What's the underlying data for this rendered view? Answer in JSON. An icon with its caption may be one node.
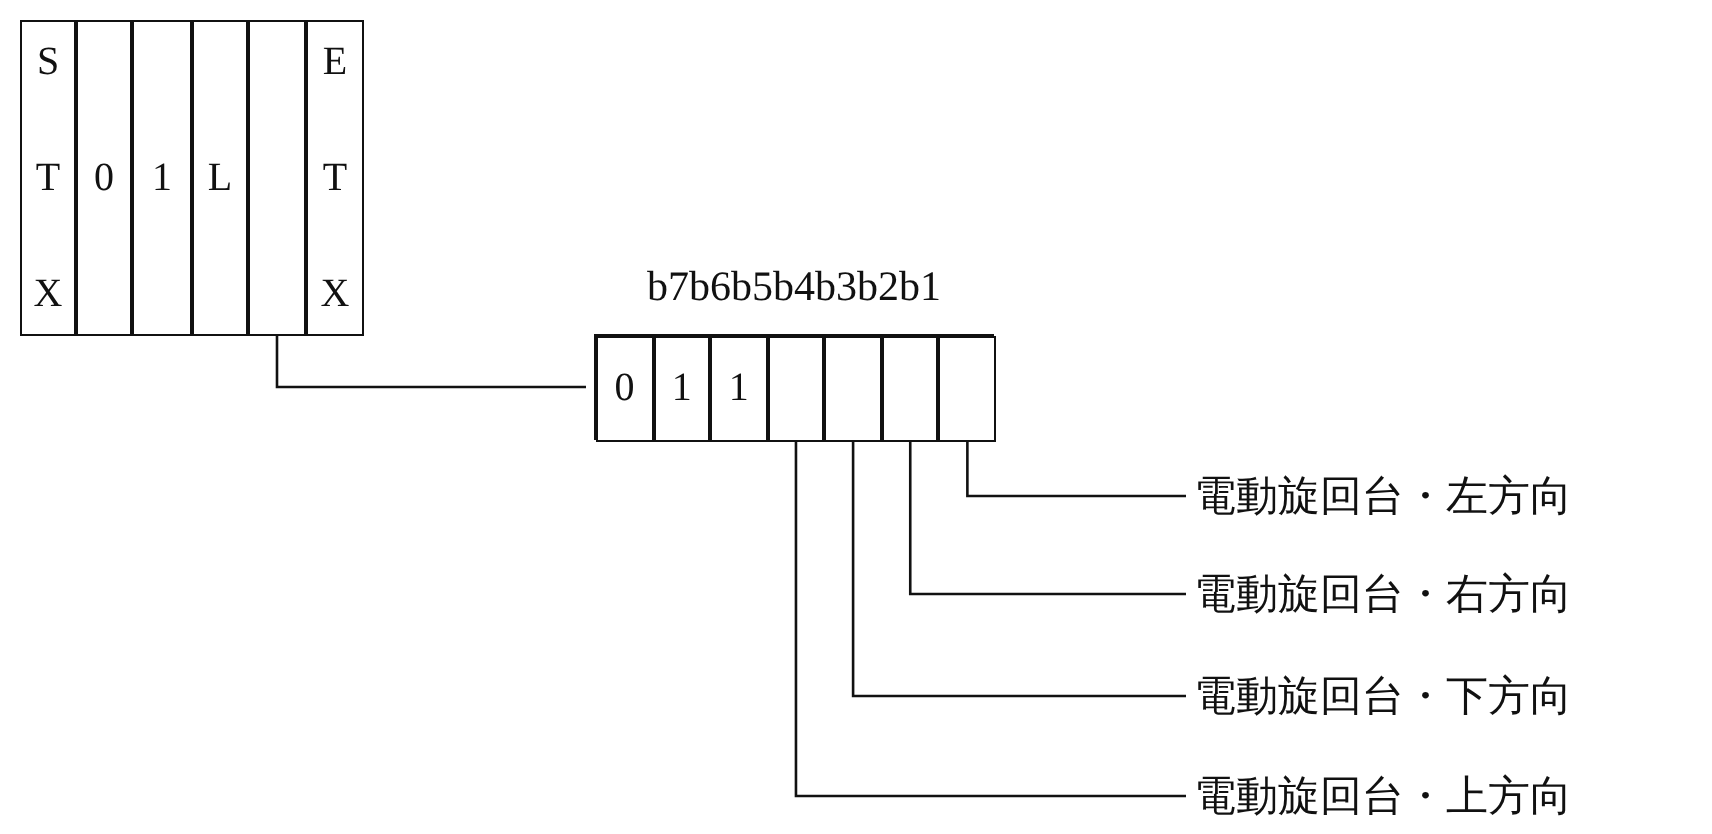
{
  "diagram": {
    "nodes": [
      {
        "text": [
          "STX"
        ]
      },
      {
        "text": [
          "0"
        ]
      },
      {
        "text": [
          "1"
        ]
      },
      {
        "text": [
          "L"
        ]
      },
      {
        "text": [],
        "shape": "box"
      },
      {
        "text": [
          "ETX"
        ]
      },
      {
        "text": [],
        "shape": "box"
      },
      {
        "text": [
          "0"
        ],
        "in": 6
      },
      {
        "text": [
          "1"
        ],
        "in": 6
      },
      {
        "text": [
          "1"
        ],
        "in": 6
      },
      {
        "text": [],
        "shape": "box",
        "in": 6
      },
      {
        "text": [],
        "shape": "box",
        "in": 6
      },
      {
        "text": [],
        "shape": "box",
        "in": 6
      },
      {
        "text": [],
        "shape": "box",
        "in": 6
      },
      {
        "text": [
          "電動旋回台・左方向"
        ]
      },
      {
        "text": [
          "電動旋回台・右方向"
        ]
      },
      {
        "text": [
          "電動旋回台・下方向"
        ]
      },
      {
        "text": [
          "電動旋回台・上方向"
        ]
      }
    ],
    "edges": [
      {
        "from": 4,
        "to": 6,
        "arrow": "none"
      },
      {
        "from": 13,
        "to": 14,
        "arrow": "none"
      },
      {
        "from": 12,
        "to": 15,
        "arrow": "none"
      },
      {
        "from": 11,
        "to": 16,
        "arrow": "none"
      },
      {
        "from": 10,
        "to": 17,
        "arrow": "none"
      }
    ],
    "labels": [
      "b7b6b5b4b3b2b1"
    ]
  }
}
